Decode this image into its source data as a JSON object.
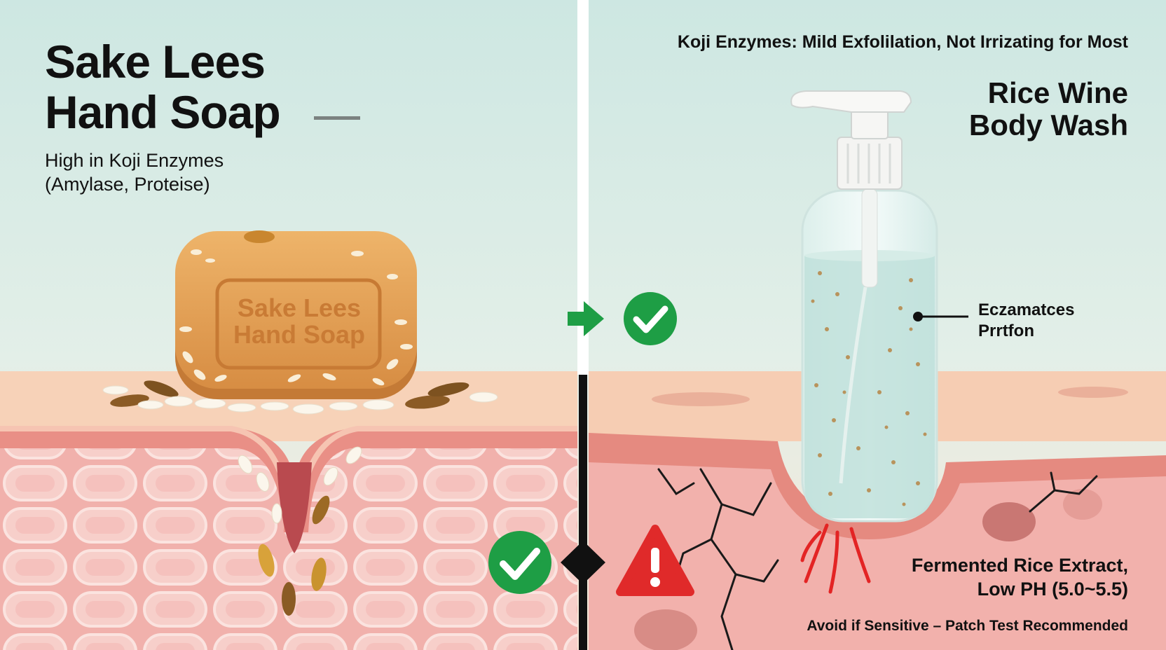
{
  "left": {
    "title_line1": "Sake Lees",
    "title_line2": "Hand Soap",
    "subtitle_line1": "High in Koji Enzymes",
    "subtitle_line2": "(Amylase, Proteise)",
    "soap_engraving_line1": "Sake Lees",
    "soap_engraving_line2": "Hand Soap"
  },
  "right": {
    "headline": "Koji Enzymes: Mild Exfolilation, Not Irrizating for Most",
    "title_line1": "Rice Wine",
    "title_line2": "Body Wash",
    "callout_line1": "Eczamatces",
    "callout_line2": "Prrtfon",
    "extract_line1": "Fermented Rice Extract,",
    "extract_line2": "Low PH (5.0~5.5)",
    "warning": "Avoid if Sensitive – Patch Test Recommended"
  },
  "icons": {
    "check": "check-circle-icon",
    "arrow": "arrow-right-icon",
    "warning": "warning-triangle-icon",
    "diamond": "diamond-marker-icon"
  },
  "colors": {
    "sky": "#cfe8e2",
    "skin_top": "#f6cdb4",
    "skin_cells": "#f3b7b2",
    "soap": "#e2a35a",
    "check_green": "#1e9e45",
    "warning_red": "#e02a2a",
    "divider": "#111111"
  }
}
